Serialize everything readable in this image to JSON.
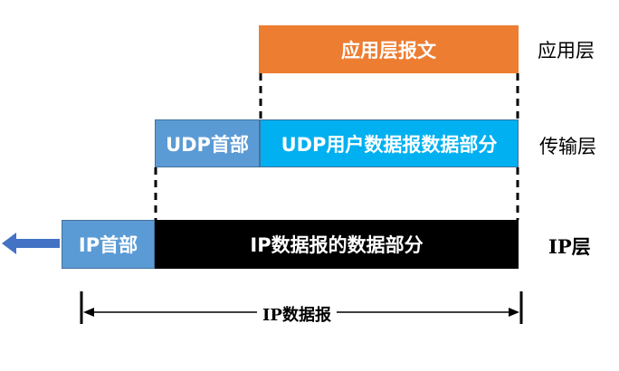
{
  "application_layer": {
    "message_label": "应用层报文",
    "layer_label": "应用层"
  },
  "transport_layer": {
    "header_label": "UDP首部",
    "data_label": "UDP用户数据报数据部分",
    "layer_label": "传输层"
  },
  "ip_layer": {
    "header_label": "IP首部",
    "data_label": "IP数据报的数据部分",
    "layer_label": "IP层"
  },
  "datagram_span": {
    "label": "IP数据报"
  },
  "colors": {
    "app_message": "#ED7D31",
    "udp_header": "#5B9BD5",
    "udp_data": "#00B0F0",
    "ip_header": "#5B9BD5",
    "ip_data": "#000000",
    "arrow": "#4472C4"
  }
}
